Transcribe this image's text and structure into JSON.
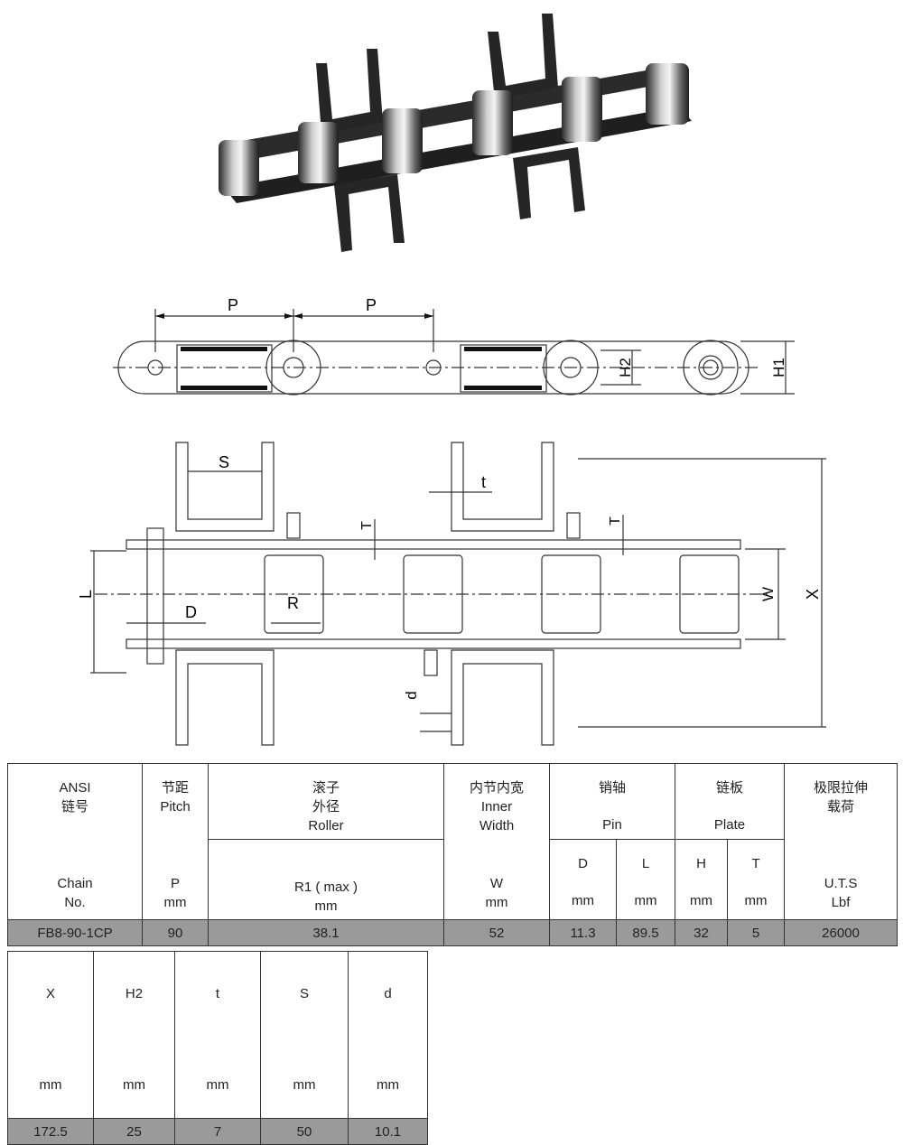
{
  "drawing": {
    "labels": {
      "P": "P",
      "H1": "H1",
      "H2": "H2",
      "S": "S",
      "t": "t",
      "T": "T",
      "L": "L",
      "D": "D",
      "R": "R",
      "W": "W",
      "X": "X",
      "d": "d"
    }
  },
  "table1": {
    "headers": {
      "ansi": [
        "ANSI",
        "链号"
      ],
      "pitch": [
        "节距",
        "Pitch"
      ],
      "roller": [
        "滚子",
        "外径",
        "Roller"
      ],
      "inner": [
        "内节内宽",
        "Inner",
        "Width"
      ],
      "pin": [
        "销轴",
        "Pin"
      ],
      "plate": [
        "链板",
        "Plate"
      ],
      "uts": [
        "极限拉伸",
        "载荷"
      ]
    },
    "subheaders": {
      "chain": [
        "Chain",
        "No."
      ],
      "p": [
        "P",
        "mm"
      ],
      "r1": [
        "R1 ( max )",
        "mm"
      ],
      "w": [
        "W",
        "mm"
      ],
      "D": [
        "D",
        "mm"
      ],
      "L": [
        "L",
        "mm"
      ],
      "H": [
        "H",
        "mm"
      ],
      "T": [
        "T",
        "mm"
      ],
      "uts": [
        "U.T.S",
        "Lbf"
      ]
    },
    "row": {
      "chain_no": "FB8-90-1CP",
      "pitch": "90",
      "roller": "38.1",
      "width": "52",
      "pin_d": "11.3",
      "pin_l": "89.5",
      "plate_h": "32",
      "plate_t": "5",
      "uts": "26000"
    }
  },
  "table2": {
    "headers": [
      "X",
      "H2",
      "t",
      "S",
      "d"
    ],
    "units": [
      "mm",
      "mm",
      "mm",
      "mm",
      "mm"
    ],
    "values": [
      "172.5",
      "25",
      "7",
      "50",
      "10.1"
    ]
  }
}
